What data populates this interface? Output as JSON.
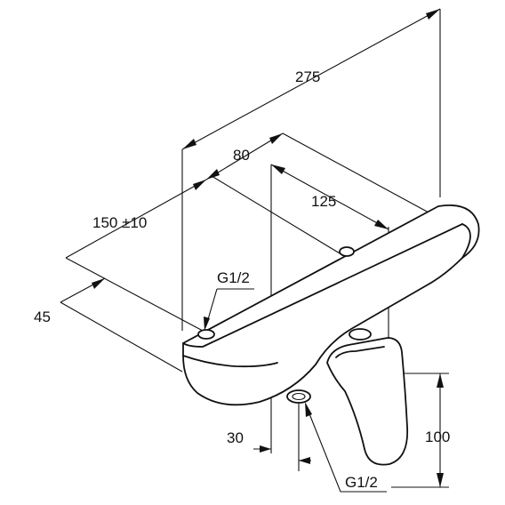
{
  "drawing": {
    "dimensions": {
      "overall_length": "275",
      "outlet_spacing": "80",
      "center_to_handle": "125",
      "wall_distance": "150 ±10",
      "depth": "45",
      "outlet_offset": "30",
      "handle_height": "100"
    },
    "threads": {
      "top_connection": "G1/2",
      "bottom_connection": "G1/2"
    }
  }
}
